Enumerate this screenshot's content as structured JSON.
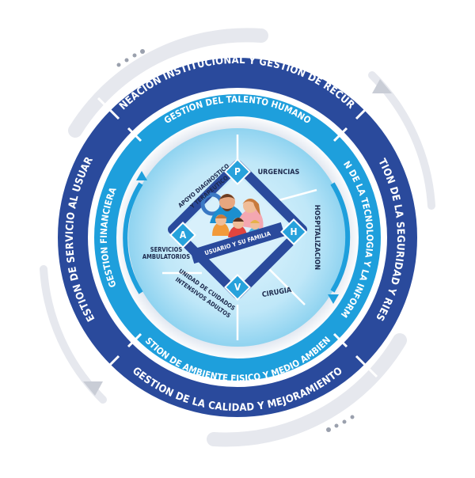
{
  "outer_ring": {
    "top": "PLANEACION INSTITUCIONAL Y GESTION DE RECURSOS",
    "right": "GESTION DE LA SEGURIDAD Y RIESGO",
    "bottom": "GESTION DE LA CALIDAD Y MEJORAMIENTO",
    "left": "GESTION DE SERVICIO AL USUARIO"
  },
  "middle_ring": {
    "top": "GESTION DEL TALENTO HUMANO",
    "right": "GESTION DE LA TECNOLOGIA Y LA INFORMACION",
    "bottom": "GESTION DE AMBIENTE FISICO Y MEDIO AMBIENTE",
    "left": "GESTION FINANCIERA"
  },
  "sectors": {
    "top_left_line1": "APOYO DIAGNOSTICO",
    "top_left_line2": "Y TERAPEUTICO",
    "top_right": "URGENCIAS",
    "right": "HOSPITALIZACION",
    "bottom_right": "CIRUGIA",
    "bottom_left_line1": "UNIDAD DE CUIDADOS",
    "bottom_left_line2": "INTENSIVOS ADULTOS",
    "left_line1": "SERVICIOS",
    "left_line2": "AMBULATORIOS"
  },
  "badges": {
    "top": "P",
    "right": "H",
    "bottom": "V",
    "left": "A"
  },
  "center": {
    "label": "USUARIO Y SU FAMILIA"
  },
  "colors": {
    "outer_ring": "#2a4a9c",
    "middle_ring": "#1e9fdc",
    "inner_disc": "#bfe7f8",
    "diamond": "#2a4a9c",
    "badge": "#27a2dc"
  },
  "icons": [
    "family-illustration-icon",
    "circular-arrow-icon"
  ]
}
